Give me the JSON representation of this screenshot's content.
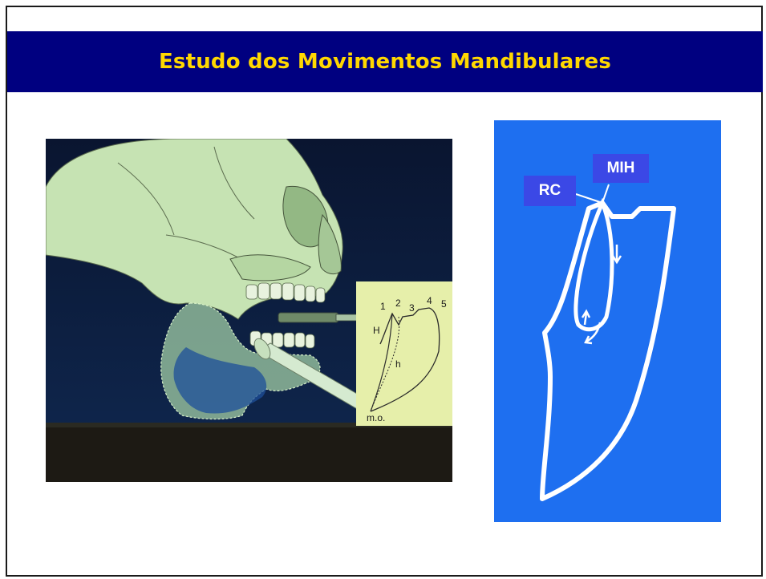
{
  "slide": {
    "title": "Estudo dos Movimentos Mandibulares"
  },
  "left_figure": {
    "labels": {
      "p1": "1",
      "p2": "2",
      "p3": "3",
      "p4": "4",
      "p5": "5",
      "H": "H",
      "h": "h",
      "mo": "m.o."
    }
  },
  "right_figure": {
    "label_mih": "MIH",
    "label_rc": "RC"
  },
  "colors": {
    "banner_bg": "#000080",
    "title_text": "#ffd800",
    "skull_fill": "#c6e3b3",
    "diagram_blue": "#1e6ff0",
    "label_bg": "#3b48e6"
  }
}
